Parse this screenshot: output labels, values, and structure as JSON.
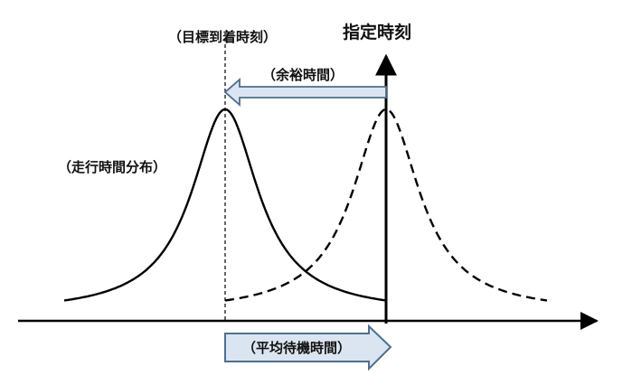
{
  "labels": {
    "target_arrival_time": "（目標到着時刻）",
    "designated_time": "指定時刻",
    "slack_time": "（余裕時間）",
    "travel_time_distribution": "（走行時間分布）",
    "average_waiting_time": "（平均待機時間）"
  },
  "colors": {
    "line": "#000000",
    "arrow_fill": "#dbe5f1",
    "arrow_stroke": "#4f6f8f",
    "text": "#111111"
  },
  "curves": {
    "solid": "travel-time-distribution",
    "dashed": "shifted-distribution"
  }
}
